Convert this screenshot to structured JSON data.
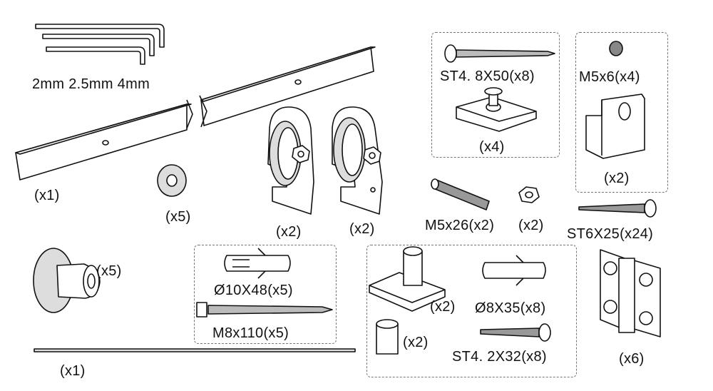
{
  "title": "Sliding barn door hardware kit parts",
  "colors": {
    "line": "#111111",
    "fill": "#ffffff",
    "shade": "#cccccc",
    "dashed_box": "#777777"
  },
  "labels": {
    "allen_keys": "2mm 2.5mm 4mm",
    "rail": "(x1)",
    "washer": "(x5)",
    "hanger_left": "(x2)",
    "hanger_right": "(x2)",
    "screw_st4_8x50": "ST4. 8X50(x8)",
    "floor_guide_plate": "(x4)",
    "set_screw_m5x6": "M5x6(x4)",
    "stopper_bracket": "(x2)",
    "stud_m5x26": "M5x26(x2)",
    "hex_nut": "(x2)",
    "screw_st6x25": "ST6X25(x24)",
    "spacer": "(x5)",
    "anchor_10x48": "Ø10X48(x5)",
    "lag_bolt_m8x110": "M8x110(x5)",
    "floor_guide_pin": "(x2)",
    "anchor_8x35": "Ø8X35(x8)",
    "bushing": "(x2)",
    "screw_st4_2x32": "ST4. 2X32(x8)",
    "hinge": "(x6)",
    "anti_jump_rod": "(x1)"
  }
}
